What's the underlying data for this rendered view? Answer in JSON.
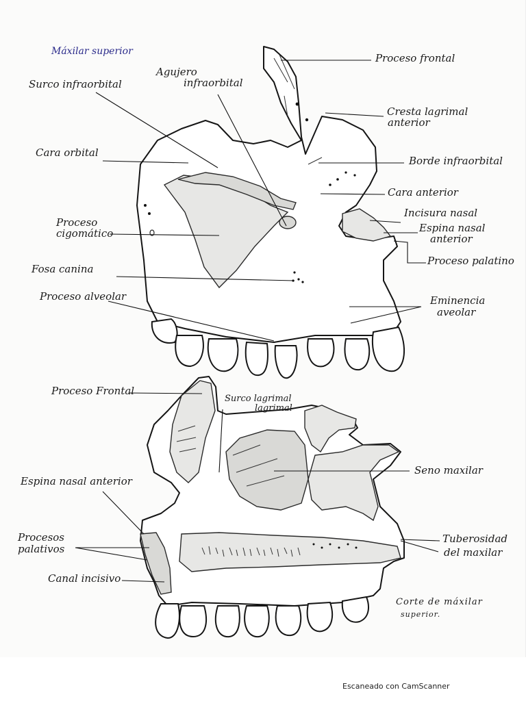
{
  "top": {
    "title": "Máxilar superior",
    "labels": {
      "surco_infraorbital": "Surco infraorbital",
      "agujero_line1": "Agujero",
      "agujero_line2": "infraorbital",
      "proceso_frontal": "Proceso frontal",
      "cresta_line1": "Cresta lagrimal",
      "cresta_line2": "anterior",
      "cara_orbital": "Cara orbital",
      "borde_infraorbital": "Borde infraorbital",
      "cara_anterior": "Cara anterior",
      "incisura_nasal": "Incisura nasal",
      "espina_line1": "Espina nasal",
      "espina_line2": "anterior",
      "proceso_cigo_line1": "Proceso",
      "proceso_cigo_line2": "cigomático",
      "proceso_palatino": "Proceso palatino",
      "fosa_canina": "Fosa canina",
      "proceso_alveolar": "Proceso alveolar",
      "eminencia_line1": "Eminencia",
      "eminencia_line2": "aveolar"
    }
  },
  "bottom": {
    "title_line1": "Corte de máxilar",
    "title_line2": "superior.",
    "labels": {
      "proceso_frontal": "Proceso Frontal",
      "surco_line1": "Surco lagrimal",
      "surco_line2": "lagrimal",
      "seno_maxilar": "Seno maxilar",
      "espina_nasal_anterior": "Espina nasal anterior",
      "procesos_line1": "Procesos",
      "procesos_line2": "palativos",
      "tuberosidad_line1": "Tuberosidad",
      "tuberosidad_line2": "del maxilar",
      "canal_incisivo": "Canal incisivo"
    }
  },
  "footer": {
    "scanner_text": "Escaneado con CamScanner"
  }
}
